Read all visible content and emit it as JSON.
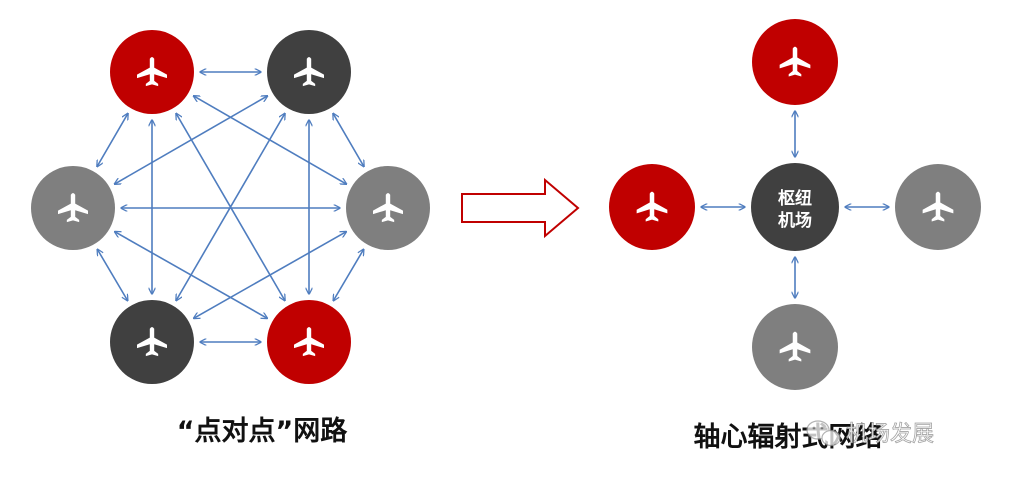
{
  "left_caption": "“点对点”网路",
  "right_caption": "轴心辐射式网络",
  "hub_label_line1": "枢纽",
  "hub_label_line2": "机场",
  "watermark_text": "机场发展",
  "icons": {
    "node": "airplane-icon",
    "watermark": "wechat-icon"
  },
  "colors": {
    "red": "#c00000",
    "dark": "#404040",
    "gray": "#7f7f7f",
    "arrow": "#4f7dbf",
    "big_arrow": "#c00000"
  },
  "point_to_point": {
    "nodes": [
      {
        "id": "top-left",
        "color": "red"
      },
      {
        "id": "top-right",
        "color": "dark"
      },
      {
        "id": "mid-left",
        "color": "gray"
      },
      {
        "id": "mid-right",
        "color": "gray"
      },
      {
        "id": "bottom-left",
        "color": "dark"
      },
      {
        "id": "bottom-right",
        "color": "red"
      }
    ]
  },
  "hub_spoke": {
    "hub": {
      "color": "dark"
    },
    "spokes": [
      {
        "id": "top",
        "color": "red"
      },
      {
        "id": "left",
        "color": "red"
      },
      {
        "id": "right",
        "color": "gray"
      },
      {
        "id": "bottom",
        "color": "gray"
      }
    ]
  }
}
